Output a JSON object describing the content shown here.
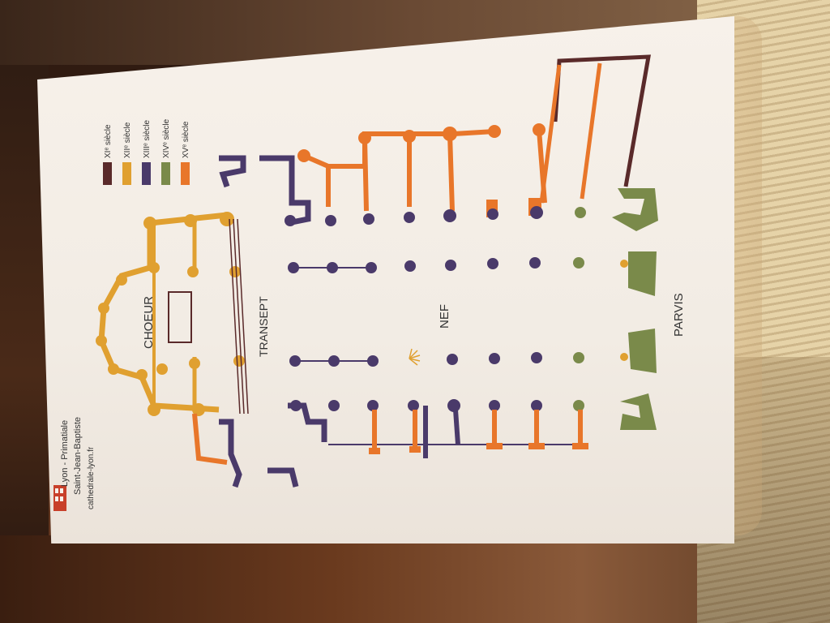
{
  "header": {
    "line1": "Lyon - Primatiale",
    "line2": "Saint-Jean-Baptiste",
    "website": "cathedrale-lyon.fr"
  },
  "legend": [
    {
      "label": "XIᵉ siècle",
      "color": "#5a2a2a"
    },
    {
      "label": "XIIᵉ siècle",
      "color": "#e0a030"
    },
    {
      "label": "XIIIᵉ siècle",
      "color": "#4a3a6a"
    },
    {
      "label": "XIVᵉ siècle",
      "color": "#7a8a4a"
    },
    {
      "label": "XVᵉ siècle",
      "color": "#e8762a"
    }
  ],
  "labels": {
    "choeur": "CHOEUR",
    "transept": "TRANSEPT",
    "nef": "NEF",
    "parvis": "PARVIS"
  },
  "colors": {
    "xi": "#5a2a2a",
    "xii": "#e0a030",
    "xiii": "#4a3a6a",
    "xiv": "#7a8a4a",
    "xv": "#e8762a"
  }
}
